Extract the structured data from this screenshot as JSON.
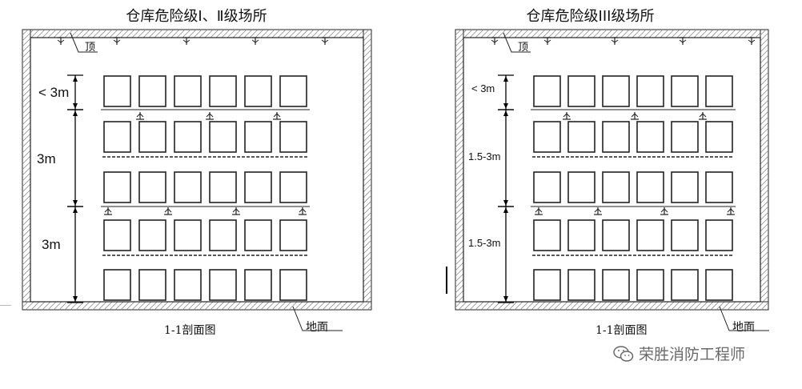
{
  "left_panel": {
    "title": "仓库危险级Ⅰ、Ⅱ级场所",
    "roof_label": "顶",
    "dim_top": "< 3m",
    "dim_mid": "3m",
    "dim_bottom": "3m",
    "caption": "1-1剖面图",
    "ground_label": "地面"
  },
  "right_panel": {
    "title": "仓库危险级III级场所",
    "roof_label": "顶",
    "dim_top": "< 3m",
    "dim_mid": "1.5-3m",
    "dim_bottom": "1.5-3m",
    "caption": "1-1剖面图",
    "ground_label": "地面"
  },
  "watermark": {
    "text": "荣胜消防工程师",
    "icon": "wechat-icon"
  },
  "colors": {
    "line": "#222222",
    "hatch": "#888888",
    "background": "#ffffff"
  }
}
